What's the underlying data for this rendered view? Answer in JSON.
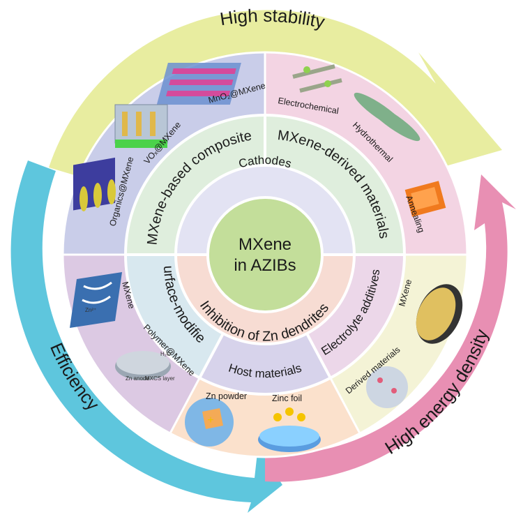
{
  "center": {
    "line1": "MXene",
    "line2": "in AZIBs"
  },
  "outer_arrows": {
    "top": "High stability",
    "left": "Efficiency",
    "right": "High energy density"
  },
  "inner_ring": {
    "cathodes": "Cathodes",
    "zn_dendrites": "Inhibition of Zn dendrites"
  },
  "middle_ring": {
    "mxene_based": "MXene-based composites",
    "mxene_derived": "MXene-derived materials",
    "surface_modified": "Surface-modified",
    "host_materials": "Host materials",
    "electrolyte_additives": "Electrolyte additives"
  },
  "outer_ring_labels": {
    "mno2": "MnO₂@MXene",
    "vox": "VOₓ@MXene",
    "organics": "Organics@MXene",
    "electrochemical": "Electrochemical",
    "hydrothermal": "Hydrothermal",
    "annealing": "Annealing",
    "mxene_sm": "MXene",
    "polymer": "Polymer@MXene",
    "mxene_ea": "MXene",
    "derived": "Derived materials",
    "zn_powder": "Zn powder",
    "zinc_foil": "Zinc foil"
  },
  "figure_tiny_labels": {
    "zn2plus": "Zn²⁺",
    "h2o": "H₂O",
    "zn_anode": "Zn anode",
    "mxcs_layer": "MXCS layer"
  },
  "colors": {
    "top_arrow": "#e8eda0",
    "left_arrow": "#5ec6dd",
    "right_arrow": "#e88fb3",
    "sector_cathode_left": "#c9cde9",
    "sector_cathode_right": "#f3d4e3",
    "sector_surface": "#dcc9e3",
    "sector_host": "#fbe1cc",
    "sector_electrolyte": "#f4f3d6",
    "middle_cathode": "#dfeedd",
    "middle_surface": "#d8e8ef",
    "middle_host": "#d7d3eb",
    "middle_electrolyte": "#ecd7e9",
    "inner_cathode": "#e3e3f3",
    "inner_zn": "#f7dcd3",
    "center": "#c3de9a"
  }
}
